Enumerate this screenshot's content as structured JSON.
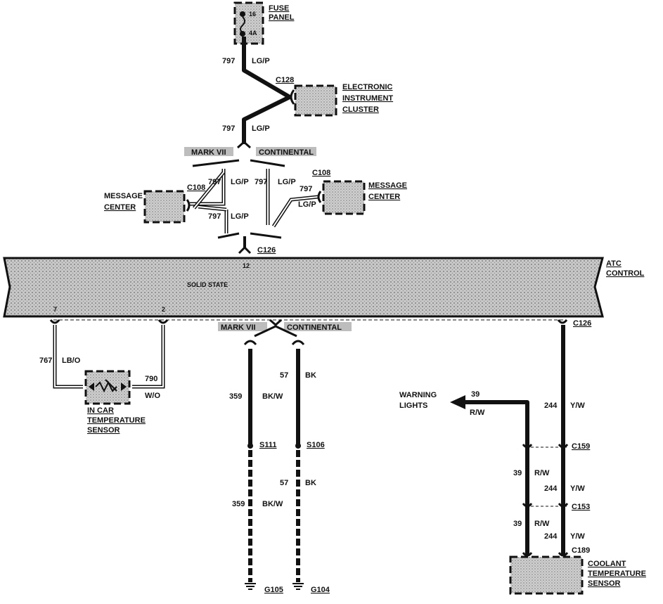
{
  "fuse_panel": {
    "line1": "FUSE",
    "line2": "PANEL",
    "fuse_no": "16",
    "fuse_amp": "4A"
  },
  "wire_797_top": {
    "num": "797",
    "color": "LG/P"
  },
  "c128": {
    "label": "C128"
  },
  "cluster": {
    "line1": "ELECTRONIC",
    "line2": "INSTRUMENT",
    "line3": "CLUSTER"
  },
  "wire_797_mid": {
    "num": "797",
    "color": "LG/P"
  },
  "variant_left": "MARK VII",
  "variant_right": "CONTINENTAL",
  "msg_left": {
    "line1": "MESSAGE",
    "line2": "CENTER",
    "conn": "C108",
    "wire1_num": "797",
    "wire1_color": "LG/P",
    "wire2_num": "797",
    "wire2_color": "LG/P"
  },
  "msg_right": {
    "line1": "MESSAGE",
    "line2": "CENTER",
    "conn": "C108",
    "wire1_num": "797",
    "wire1_color": "LG/P",
    "wire2_num": "797",
    "wire2_color": "LG/P"
  },
  "c126_top": "C126",
  "atc": {
    "line1": "ATC",
    "line2": "CONTROL",
    "pin_top": "12",
    "inner": "SOLID STATE",
    "pin_7": "7",
    "pin_2": "2"
  },
  "c126_bottom": "C126",
  "variant2_left": "MARK VII",
  "variant2_right": "CONTINENTAL",
  "sensor_in_car": {
    "line1": "IN CAR",
    "line2": "TEMPERATURE",
    "line3": "SENSOR",
    "w1_num": "767",
    "w1_color": "LB/O",
    "w2_num": "790",
    "w2_color": "W/O"
  },
  "ground_left": {
    "w_num": "359",
    "w_color": "BK/W",
    "splice": "S111",
    "w2_num": "359",
    "w2_color": "BK/W",
    "ground": "G105"
  },
  "ground_right": {
    "w_num": "57",
    "w_color": "BK",
    "splice": "S106",
    "w2_num": "57",
    "w2_color": "BK",
    "ground": "G104"
  },
  "warning": {
    "line1": "WARNING",
    "line2": "LIGHTS",
    "w_num": "39",
    "w_color": "R/W"
  },
  "coolant": {
    "w_num": "244",
    "w_color": "Y/W",
    "c159": "C159",
    "w2a_num": "39",
    "w2a_color": "R/W",
    "w2b_num": "244",
    "w2b_color": "Y/W",
    "c153": "C153",
    "w3a_num": "39",
    "w3a_color": "R/W",
    "w3b_num": "244",
    "w3b_color": "Y/W",
    "c189": "C189",
    "line1": "COOLANT",
    "line2": "TEMPERATURE",
    "line3": "SENSOR"
  }
}
